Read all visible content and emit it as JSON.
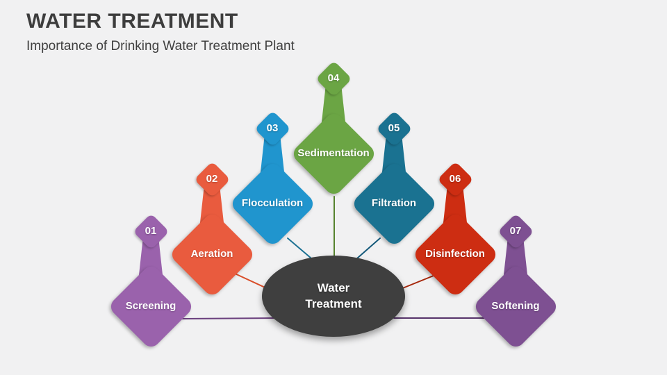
{
  "slide": {
    "title": "WATER TREATMENT",
    "subtitle": "Importance of Drinking Water Treatment Plant",
    "background_color": "#f1f1f2",
    "title_color": "#3d3d3d"
  },
  "center": {
    "label_line1": "Water",
    "label_line2": "Treatment",
    "fill_color": "#3f3f3f",
    "text_color": "#ffffff"
  },
  "steps": [
    {
      "number": "01",
      "label": "Screening",
      "color": "#9a62ac",
      "line_color": "#6a3f7d"
    },
    {
      "number": "02",
      "label": "Aeration",
      "color": "#e95b3e",
      "line_color": "#d94e2a"
    },
    {
      "number": "03",
      "label": "Flocculation",
      "color": "#2095ce",
      "line_color": "#1c7193"
    },
    {
      "number": "04",
      "label": "Sedimentation",
      "color": "#6ba544",
      "line_color": "#55822e"
    },
    {
      "number": "05",
      "label": "Filtration",
      "color": "#1a7291",
      "line_color": "#14597a"
    },
    {
      "number": "06",
      "label": "Disinfection",
      "color": "#cd2d12",
      "line_color": "#a6280c"
    },
    {
      "number": "07",
      "label": "Softening",
      "color": "#7e5092",
      "line_color": "#56336a"
    }
  ]
}
